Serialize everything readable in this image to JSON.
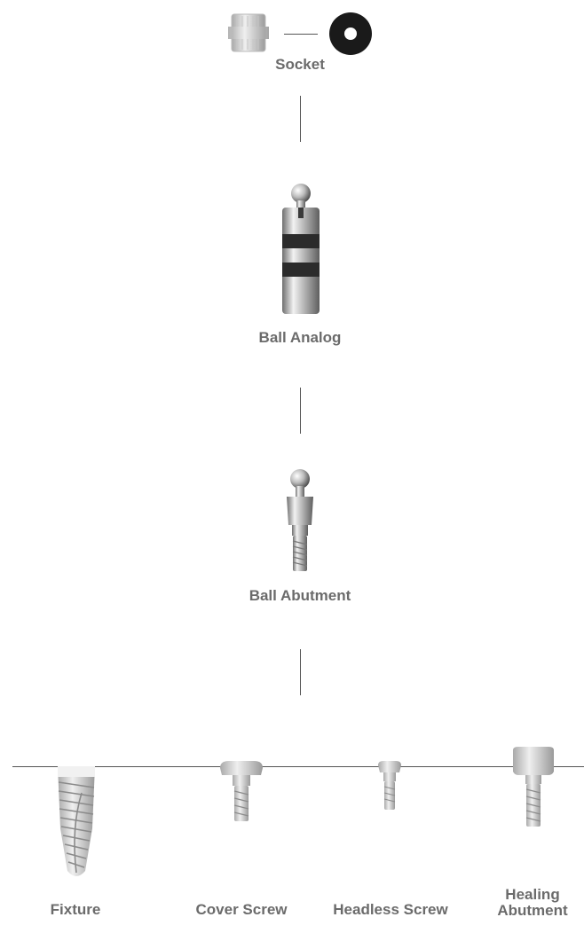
{
  "components": {
    "socket": "Socket",
    "ball_analog": "Ball Analog",
    "ball_abutment": "Ball Abutment",
    "fixture": "Fixture",
    "cover_screw": "Cover Screw",
    "headless_screw": "Headless Screw",
    "healing_abutment_line1": "Healing",
    "healing_abutment_line2": "Abutment"
  },
  "colors": {
    "label": "#6b6b6b",
    "line": "#555555",
    "metal_light": "#e6e6e6",
    "metal_dark": "#7a7a7a",
    "black_ring": "#1a1a1a"
  }
}
